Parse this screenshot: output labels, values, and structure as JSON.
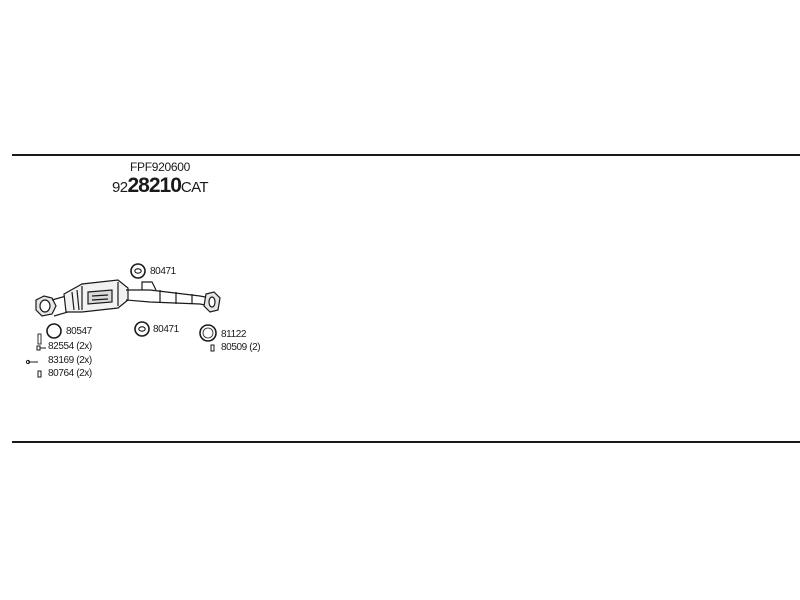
{
  "header": {
    "reference_code": "FPF920600",
    "part_number_prefix": "92",
    "part_number_main": "28210",
    "part_number_suffix": "CAT"
  },
  "parts": {
    "gasket_top": {
      "number": "80471"
    },
    "gasket_mid": {
      "number": "80471"
    },
    "ring_left": {
      "number": "80547"
    },
    "bolt_left": {
      "number": "82554",
      "qty": "(2x)"
    },
    "nut_left": {
      "number": "83169",
      "qty": "(2x)"
    },
    "washer_left": {
      "number": "80764",
      "qty": "(2x)"
    },
    "ring_right": {
      "number": "81122"
    },
    "spring_right": {
      "number": "80509",
      "qty": "(2)"
    }
  }
}
